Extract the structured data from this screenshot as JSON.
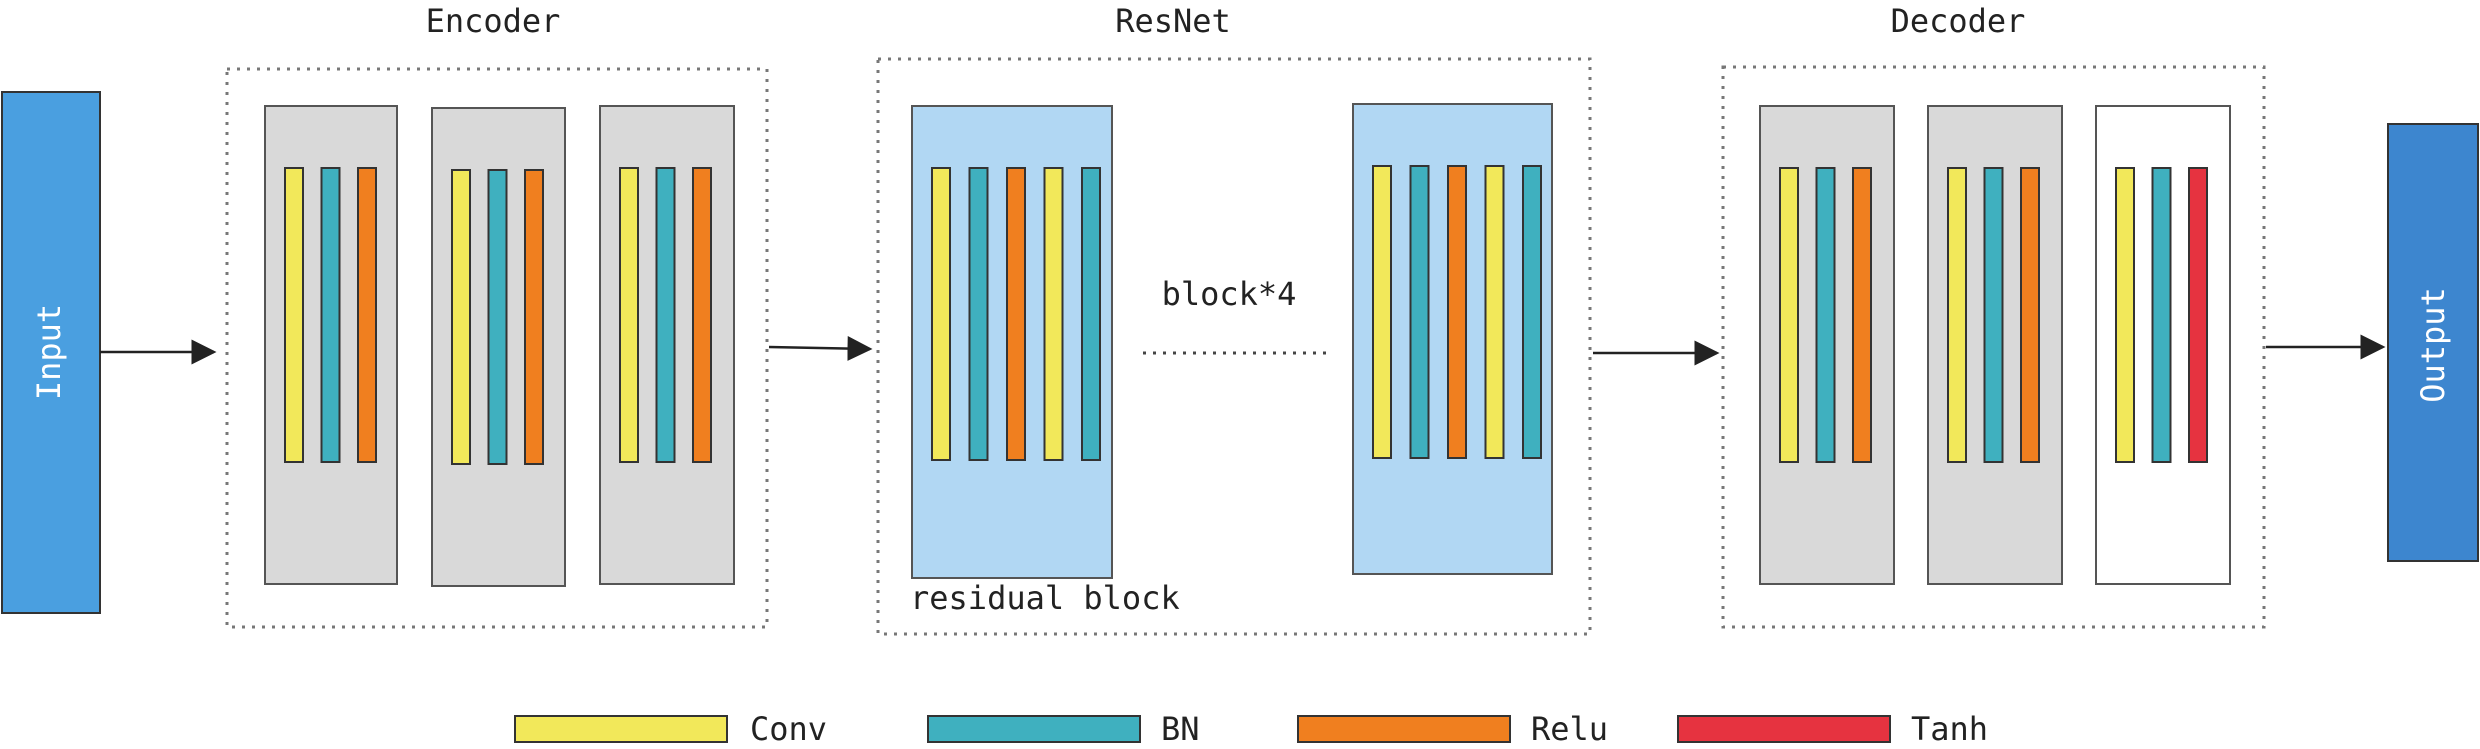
{
  "titles": {
    "encoder": "Encoder",
    "resnet": "ResNet",
    "decoder": "Decoder"
  },
  "io": {
    "input": "Input",
    "output": "Output"
  },
  "resnet": {
    "repeat_label": "block*4",
    "block_caption": "residual block"
  },
  "legend": [
    {
      "key": "conv",
      "label": "Conv"
    },
    {
      "key": "bn",
      "label": "BN"
    },
    {
      "key": "relu",
      "label": "Relu"
    },
    {
      "key": "tanh",
      "label": "Tanh"
    }
  ],
  "colors": {
    "conv": "#f2e85a",
    "bn": "#3fb0bf",
    "relu": "#f07f1f",
    "tanh": "#e63340",
    "input_fill": "#4a9fe0",
    "output_fill": "#3d86cf",
    "stage_gray": "#d9d9d9",
    "residual_blue": "#b1d7f3",
    "white_block": "#ffffff"
  },
  "stages": {
    "encoder": [
      {
        "fill": "stage_gray",
        "layers": [
          "conv",
          "bn",
          "relu"
        ]
      },
      {
        "fill": "stage_gray",
        "layers": [
          "conv",
          "bn",
          "relu"
        ]
      },
      {
        "fill": "stage_gray",
        "layers": [
          "conv",
          "bn",
          "relu"
        ]
      }
    ],
    "resnet": [
      {
        "fill": "residual_blue",
        "layers": [
          "conv",
          "bn",
          "relu",
          "conv",
          "bn"
        ]
      },
      {
        "fill": "residual_blue",
        "layers": [
          "conv",
          "bn",
          "relu",
          "conv",
          "bn"
        ]
      }
    ],
    "decoder": [
      {
        "fill": "stage_gray",
        "layers": [
          "conv",
          "bn",
          "relu"
        ]
      },
      {
        "fill": "stage_gray",
        "layers": [
          "conv",
          "bn",
          "relu"
        ]
      },
      {
        "fill": "white_block",
        "layers": [
          "conv",
          "bn",
          "tanh"
        ]
      }
    ]
  }
}
